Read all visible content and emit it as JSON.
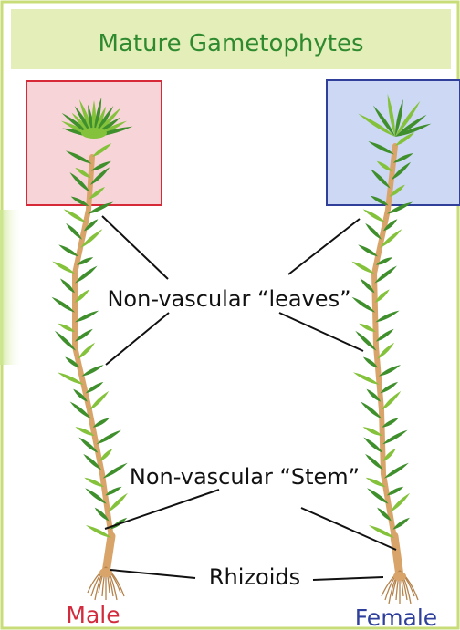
{
  "title": "Mature Gametophytes",
  "labels": {
    "leaves": "Non-vascular “leaves”",
    "stem": "Non-vascular “Stem”",
    "rhizoids": "Rhizoids"
  },
  "captions": {
    "male": "Male",
    "female": "Female"
  },
  "colors": {
    "title_bar": "#e3eeb8",
    "title_text": "#2f8a2f",
    "frame": "#c8dc78",
    "male_box_fill": "#f7d4d8",
    "male_box_stroke": "#d62a38",
    "female_box_fill": "#cdd8f4",
    "female_box_stroke": "#2f3f9a",
    "leaf_dark": "#3f8f2c",
    "leaf_light": "#83c23a",
    "stem": "#d9a469",
    "male_label": "#d12b3d",
    "female_label": "#2e3f9c"
  }
}
